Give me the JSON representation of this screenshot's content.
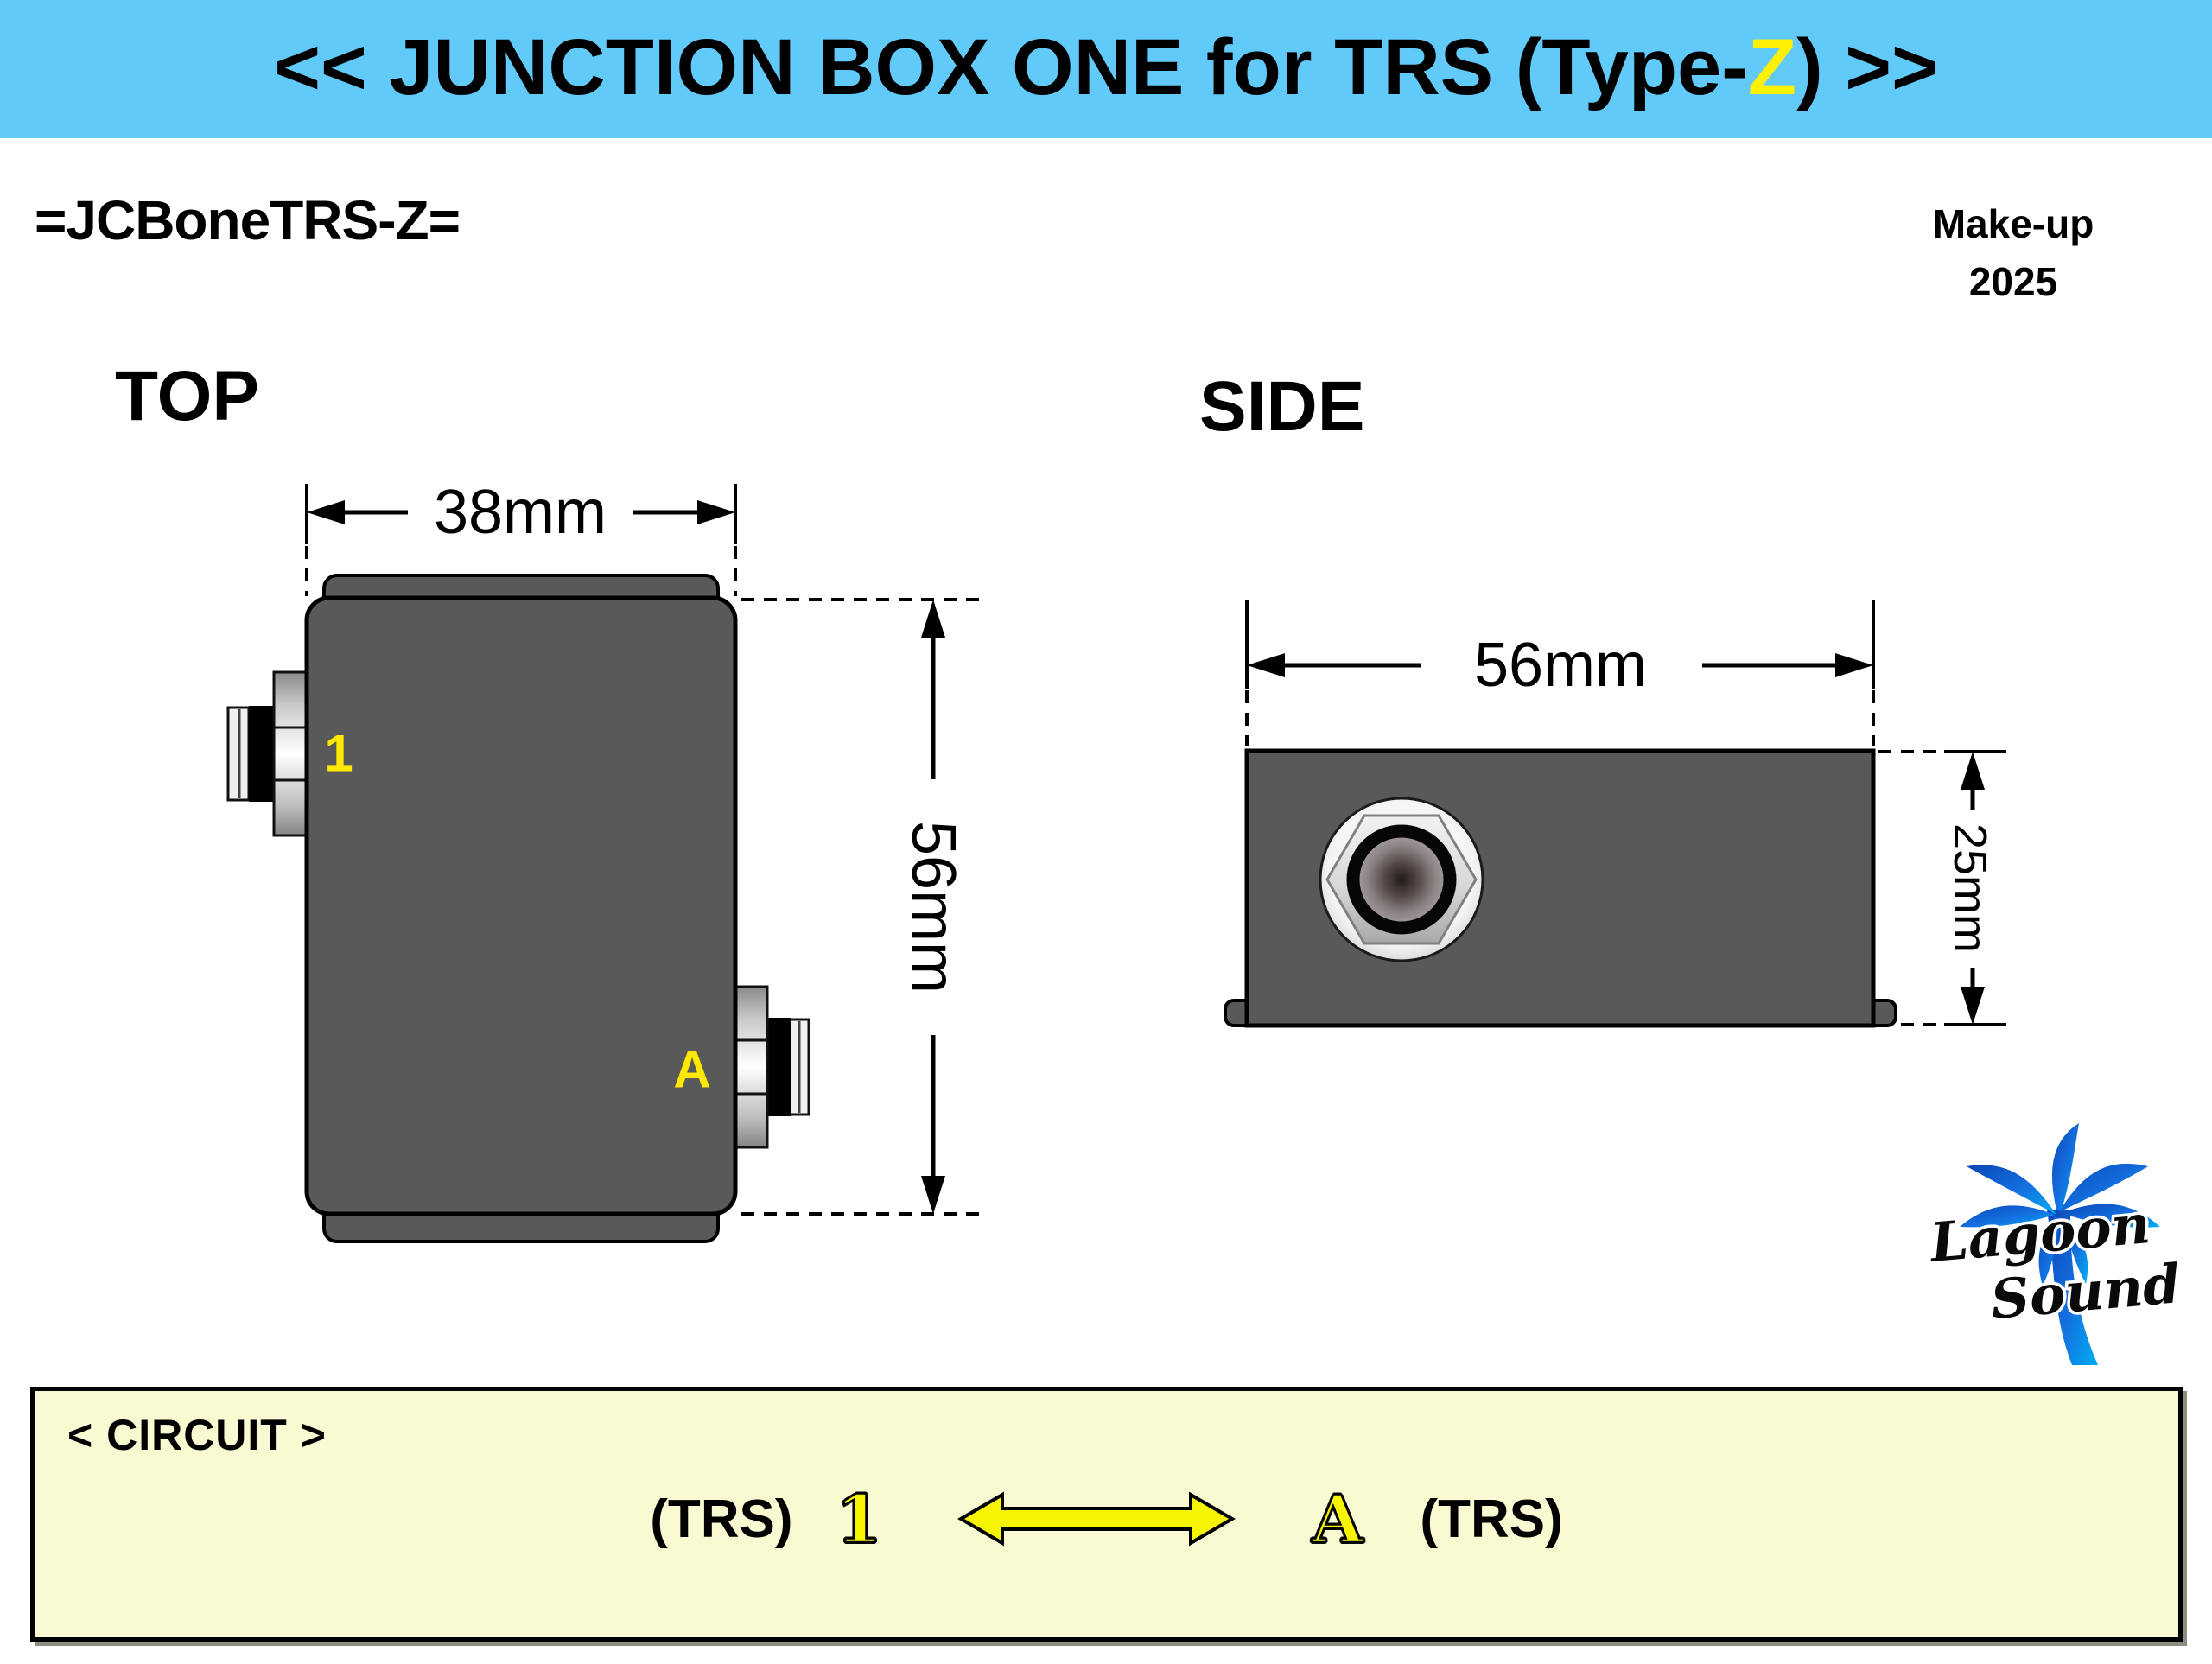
{
  "banner": {
    "title_prefix": "<< JUNCTION BOX ONE for TRS (Type-",
    "title_highlight": "Z",
    "title_suffix": ") >>"
  },
  "header": {
    "model_code": "=JCBoneTRS-Z=",
    "make_up_line1": "Make-up",
    "make_up_line2": "2025"
  },
  "views": {
    "top": {
      "label": "TOP",
      "width_dim": "38mm",
      "height_dim": "56mm",
      "jack_top_label": "1",
      "jack_bottom_label": "A"
    },
    "side": {
      "label": "SIDE",
      "width_dim": "56mm",
      "height_dim": "25mm"
    }
  },
  "logo": {
    "line1": "Lagoon",
    "line2": "Sound"
  },
  "circuit": {
    "heading": "< CIRCUIT >",
    "left_type": "(TRS)",
    "left_label": "1",
    "right_label": "A",
    "right_type": "(TRS)"
  },
  "colors": {
    "banner_bg": "#62CAF8",
    "title_highlight": "#FFF100",
    "enclosure_gray": "#595959",
    "circuit_bg": "#FAFAD2",
    "accent_yellow": "#F7F400",
    "jack_label_yellow": "#FFE900"
  }
}
